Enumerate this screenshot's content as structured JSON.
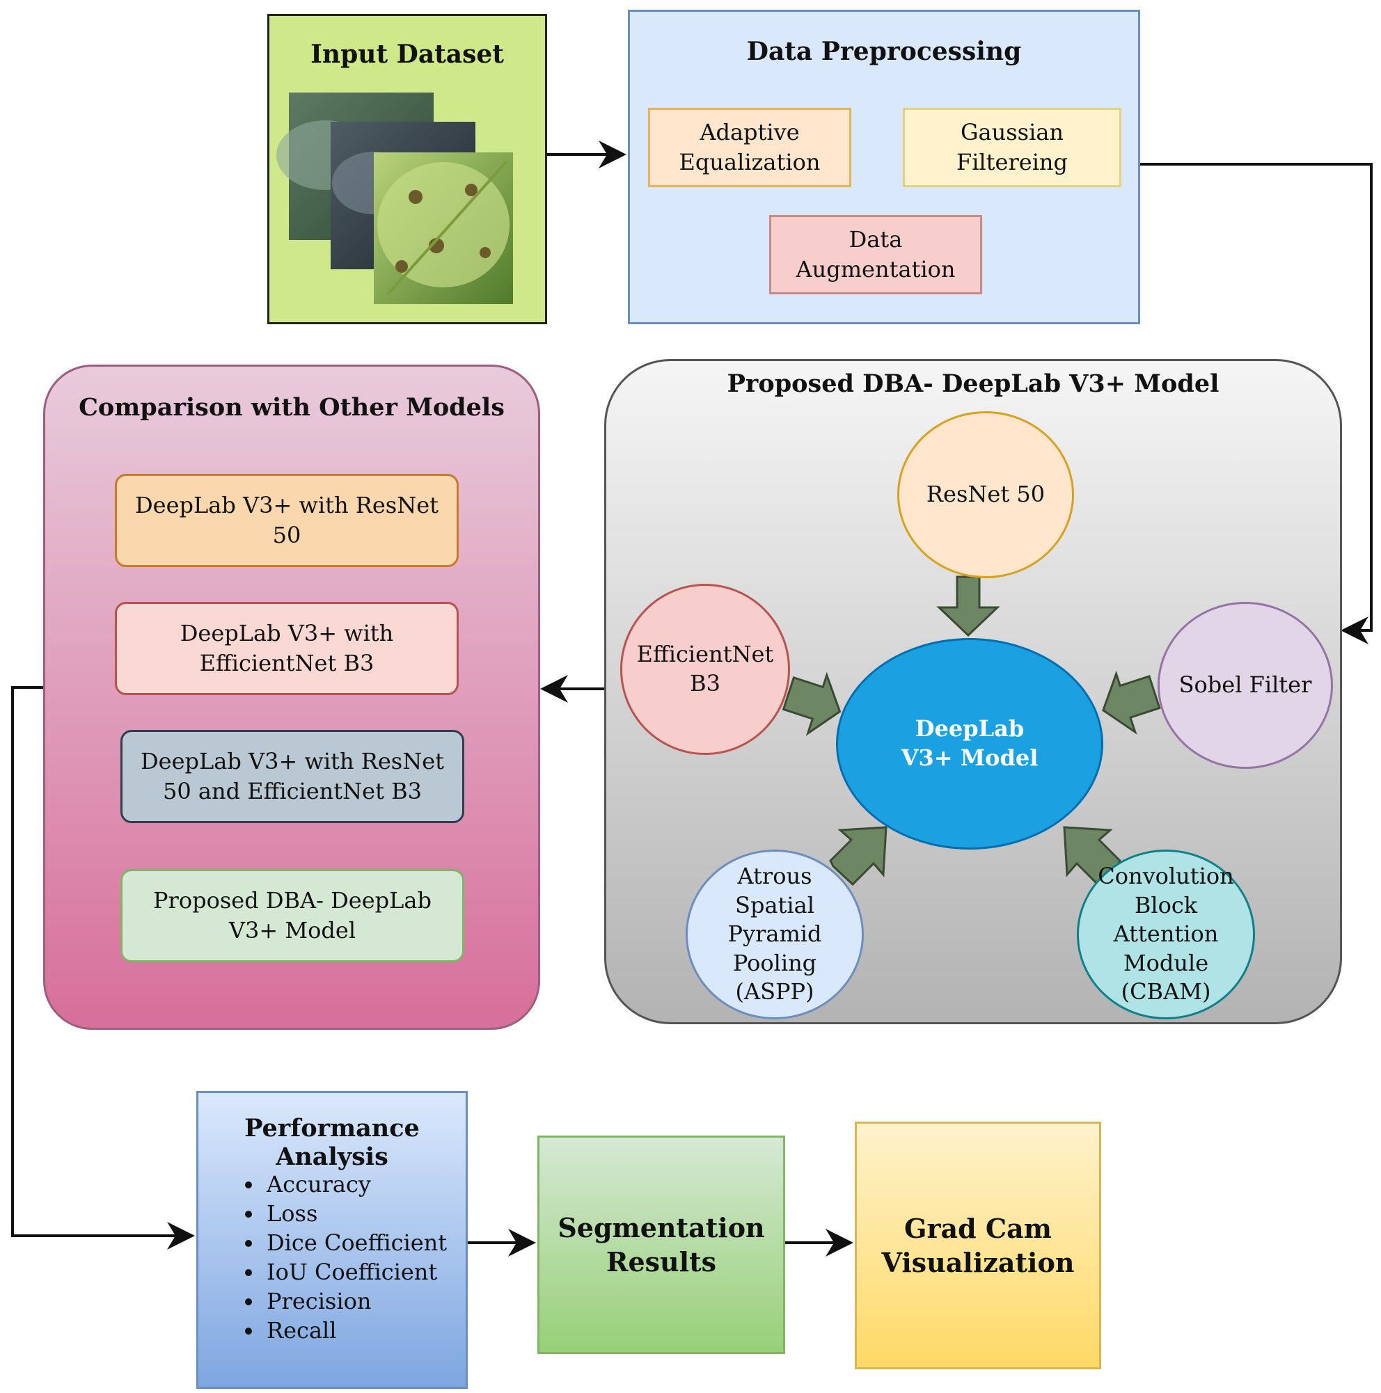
{
  "input_dataset": {
    "title": "Input Dataset"
  },
  "preprocessing": {
    "title": "Data Preprocessing",
    "adaptive": "Adaptive Equalization",
    "gaussian": "Gaussian Filtereing",
    "augmentation": "Data Augmentation"
  },
  "model": {
    "title": "Proposed DBA- DeepLab V3+ Model",
    "resnet": "ResNet 50",
    "efficientnet": "EfficientNet B3",
    "sobel": "Sobel Filter",
    "center": "DeepLab V3+ Model",
    "aspp": "Atrous Spatial Pyramid Pooling (ASPP)",
    "cbam": "Convolution Block Attention Module (CBAM)"
  },
  "comparison": {
    "title": "Comparison with Other Models",
    "items": [
      "DeepLab V3+ with ResNet 50",
      "DeepLab V3+ with EfficientNet B3",
      "DeepLab V3+ with ResNet 50 and EfficientNet B3",
      "Proposed DBA- DeepLab V3+ Model"
    ]
  },
  "performance": {
    "title": "Performance Analysis",
    "metrics": [
      "Accuracy",
      "Loss",
      "Dice Coefficient",
      "IoU Coefficient",
      "Precision",
      "Recall"
    ]
  },
  "segmentation": {
    "label": "Segmentation Results"
  },
  "gradcam": {
    "label": "Grad Cam Visualization"
  },
  "colors": {
    "input_fill": "#cfe98a",
    "prep_fill": "#dae8fc",
    "adaptive_fill": "#ffe6cc",
    "gaussian_fill": "#fff2cc",
    "augmentation_fill": "#f8cecc",
    "deeplab_fill": "#1ba1e2",
    "arrow_green": "#6d8764"
  }
}
